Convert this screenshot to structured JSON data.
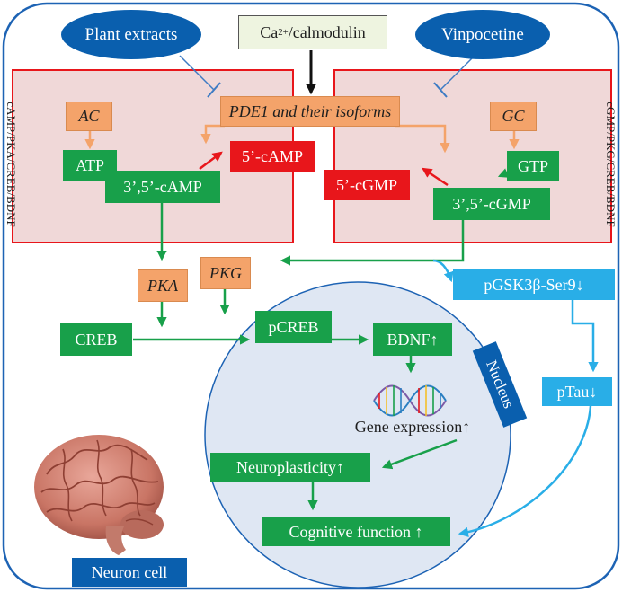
{
  "nodes": {
    "plant_extracts": "Plant extracts",
    "ca_prefix": "Ca",
    "ca_sup": "2+",
    "ca_suffix": "/calmodulin",
    "vinpocetine": "Vinpocetine",
    "pde1": "PDE1 and their isoforms",
    "ac": "AC",
    "gc": "GC",
    "atp": "ATP",
    "gtp": "GTP",
    "cyclic_amp": "3’,5’-cAMP",
    "cyclic_gmp": "3’,5’-cGMP",
    "amp_5": "5’-cAMP",
    "gmp_5": "5’-cGMP",
    "pka": "PKA",
    "pkg": "PKG",
    "creb": "CREB",
    "pcreb": "pCREB",
    "bdnf": "BDNF↑",
    "nucleus": "Nucleus",
    "gene_expression": "Gene expression↑",
    "neuroplasticity": "Neuroplasticity↑",
    "cognitive": "Cognitive function ↑",
    "pgsk": "pGSK3β-Ser9↓",
    "ptau": "pTau↓",
    "neuron_cell": "Neuron cell"
  },
  "side_labels": {
    "left": "cAMP/PKA/CREB/BDNF",
    "right": "cGMP/PKG/CREB/BDNF"
  },
  "colors": {
    "green": "#18a04a",
    "orange": "#f4a36a",
    "red": "#e8161b",
    "blue": "#29aee7",
    "dark_blue": "#0a5fae",
    "pink_panel": "#f0d8d8",
    "nucleus_fill": "#dfe7f3"
  },
  "icons": {
    "dna": "dna-helix-icon",
    "brain": "brain-icon"
  }
}
